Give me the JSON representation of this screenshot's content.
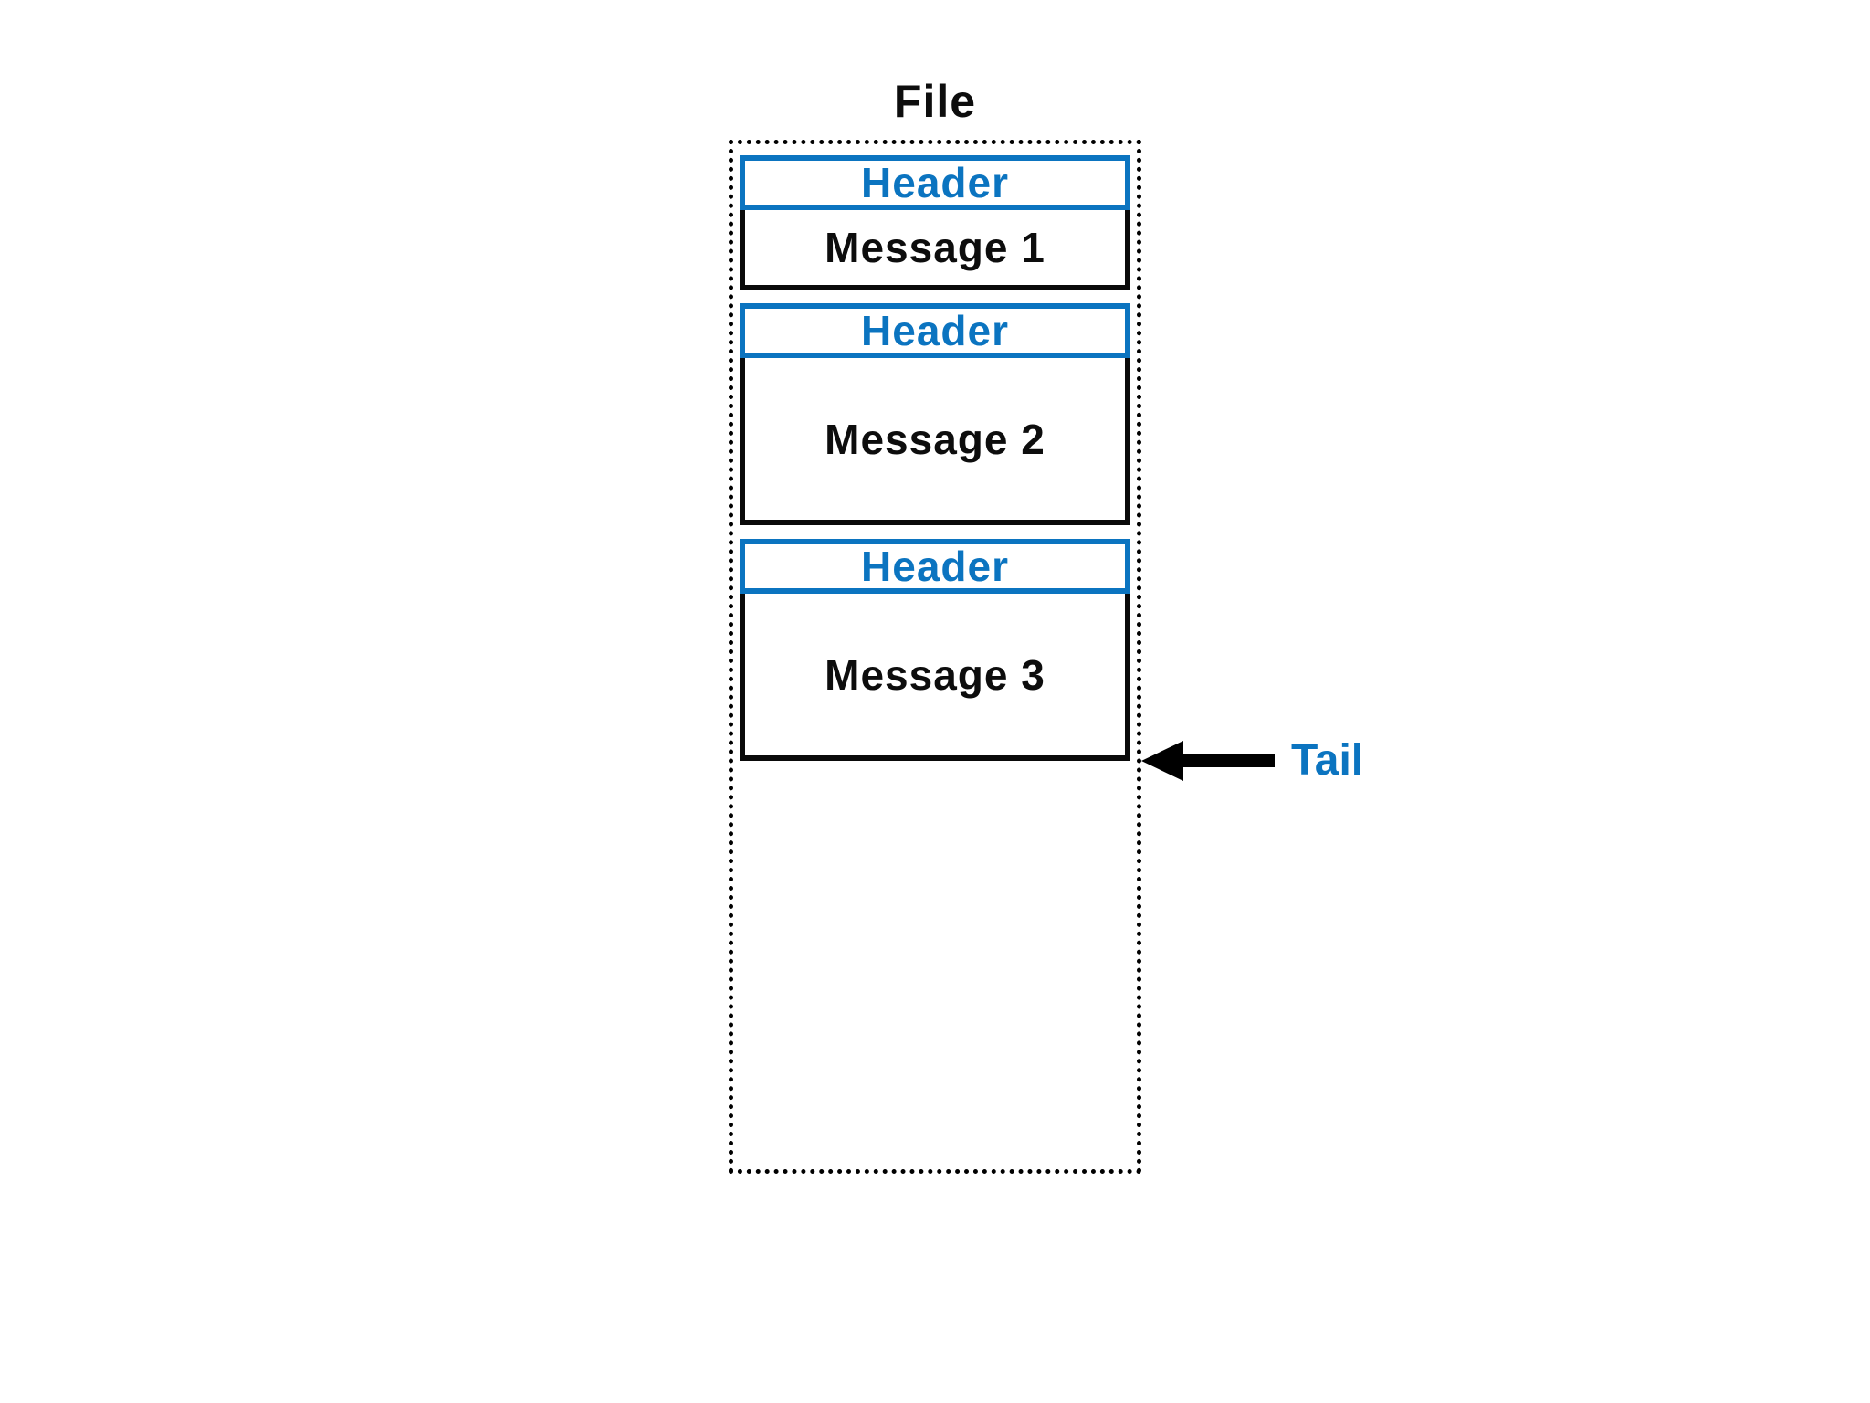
{
  "title": "File",
  "colors": {
    "accent": "#0b74c0",
    "line": "#000000",
    "text": "#0d0d0d"
  },
  "groups": [
    {
      "header": "Header",
      "message": "Message 1"
    },
    {
      "header": "Header",
      "message": "Message 2"
    },
    {
      "header": "Header",
      "message": "Message 3"
    }
  ],
  "tail": {
    "label": "Tail",
    "icon": "left-arrow-icon"
  }
}
